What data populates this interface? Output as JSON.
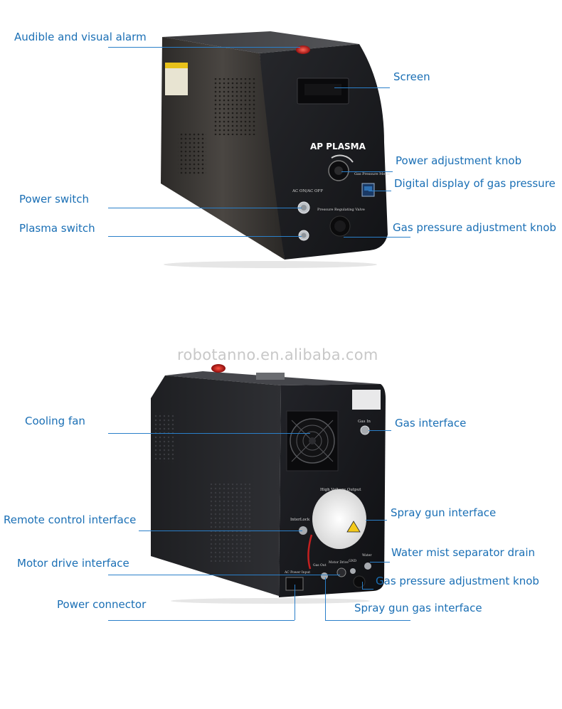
{
  "watermark": "robotanno.en.alibaba.com",
  "front": {
    "brand": "AP PLASMA",
    "panel": {
      "ac_switch": "AC ON/AC OFF",
      "gas_meter": "Gas Pressure Meter",
      "regulating_valve": "Pressure Regulating Valve"
    },
    "labels": {
      "alarm": "Audible and visual alarm",
      "screen": "Screen",
      "power_knob": "Power adjustment knob",
      "gas_display": "Digital display of gas pressure",
      "power_switch": "Power switch",
      "plasma_switch": "Plasma switch",
      "gas_knob": "Gas pressure adjustment knob"
    }
  },
  "back": {
    "panel": {
      "gas_in": "Gas In",
      "hv_output": "High Voltage Output",
      "interlock": "InterLock",
      "ac_input": "AC Power Input",
      "gas_out": "Gas Out",
      "motor_drive": "Motor Drive",
      "gnd": "GND",
      "water": "Water"
    },
    "labels": {
      "cooling_fan": "Cooling fan",
      "gas_interface": "Gas interface",
      "spray_gun": "Spray gun interface",
      "remote": "Remote control interface",
      "water_drain": "Water mist separator drain",
      "motor": "Motor drive interface",
      "gas_knob": "Gas pressure adjustment knob",
      "power_connector": "Power connector",
      "spray_gas": "Spray gun gas interface"
    }
  },
  "colors": {
    "label": "#1a6fb5",
    "line": "#2a7fc9",
    "device": "#1c1d20"
  }
}
